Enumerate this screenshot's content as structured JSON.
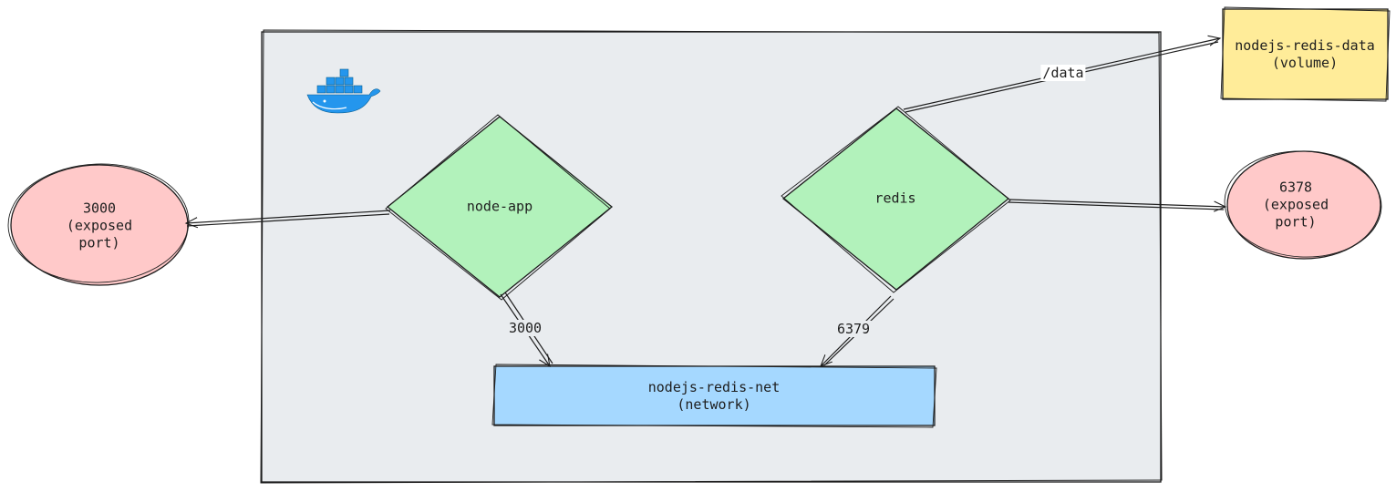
{
  "colors": {
    "container_fill": "#e9ecef",
    "stroke": "#1e1e1e",
    "service_fill": "#b2f2bb",
    "port_fill": "#ffc9c9",
    "network_fill": "#a5d8ff",
    "volume_fill": "#ffec99",
    "docker_blue": "#2496ed"
  },
  "nodes": {
    "node_app": {
      "label": "node-app"
    },
    "redis": {
      "label": "redis"
    },
    "network": {
      "label": "nodejs-redis-net\n(network)"
    },
    "volume": {
      "label": "nodejs-redis-data\n(volume)"
    },
    "port_3000": {
      "label": "3000\n(exposed\nport)"
    },
    "port_6378": {
      "label": "6378\n(exposed\nport)"
    }
  },
  "edges": {
    "node_app_to_network": {
      "label": "3000"
    },
    "redis_to_network": {
      "label": "6379"
    },
    "redis_to_volume": {
      "label": "/data"
    }
  },
  "logo": {
    "icon": "docker-whale-icon"
  }
}
